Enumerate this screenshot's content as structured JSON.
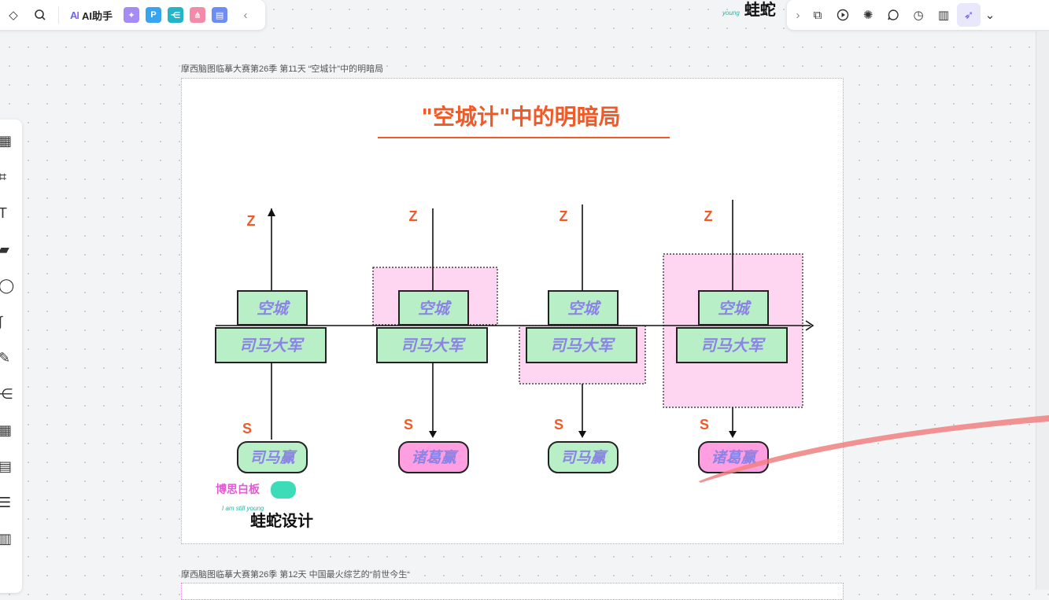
{
  "top_toolbar": {
    "ai_label": "AI助手",
    "ai_logo": "AI",
    "apps": [
      {
        "icon": "image-ai-icon",
        "glyph": "✦",
        "color": "#a58cf5"
      },
      {
        "icon": "p-app-icon",
        "glyph": "P",
        "color": "#37a4f0"
      },
      {
        "icon": "mindmap-icon",
        "glyph": "⋲",
        "color": "#22b5c8"
      },
      {
        "icon": "flow-icon",
        "glyph": "⋔",
        "color": "#f58aa8"
      },
      {
        "icon": "comment-app-icon",
        "glyph": "▤",
        "color": "#6d8df5"
      }
    ]
  },
  "top_brand": {
    "small": "young",
    "text": "蛙蛇"
  },
  "left_toolbar": [
    {
      "name": "template-icon",
      "glyph": "▦"
    },
    {
      "name": "frame-icon",
      "glyph": "⌗"
    },
    {
      "name": "text-icon",
      "glyph": "T"
    },
    {
      "name": "sticky-note-icon",
      "glyph": "▰"
    },
    {
      "name": "shape-icon",
      "glyph": "◯"
    },
    {
      "name": "connector-icon",
      "glyph": "∫"
    },
    {
      "name": "pen-icon",
      "glyph": "✎"
    },
    {
      "name": "mindmap-tool-icon",
      "glyph": "⋲"
    },
    {
      "name": "table-icon",
      "glyph": "▦"
    },
    {
      "name": "document-icon",
      "glyph": "▤"
    },
    {
      "name": "list-icon",
      "glyph": "☰"
    },
    {
      "name": "more-tool-icon",
      "glyph": "▥"
    }
  ],
  "frames": [
    {
      "title": "摩西脑图临摹大赛第26季 第11天 “空城计”中的明暗局"
    },
    {
      "title": "摩西脑图临摹大赛第26季 第12天 中国最火综艺的“前世今生“"
    }
  ],
  "diagram": {
    "title": "\"空城计\"中的明暗局",
    "z_label": "Z",
    "s_label": "S",
    "top_box": "空城",
    "mid_box": "司马大军",
    "results": [
      "司马赢",
      "诸葛赢",
      "司马赢",
      "诸葛赢"
    ],
    "colors": {
      "title": "#f05a28",
      "green": "#b8efc6",
      "pink": "#ffd6f1",
      "pink_result": "#ff9ee0",
      "text": "#8c83e6"
    }
  },
  "board_logo": {
    "name": "博思白板",
    "small": "I am still young",
    "brand": "蛙蛇设计"
  }
}
